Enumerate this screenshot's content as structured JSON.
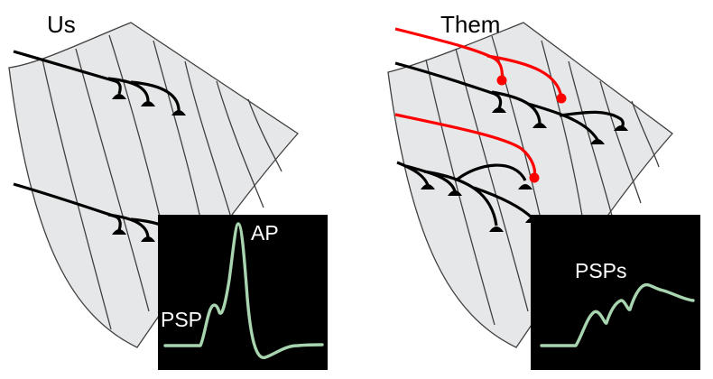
{
  "panels": {
    "left": {
      "title": "Us"
    },
    "right": {
      "title": "Them"
    }
  },
  "insets": {
    "left": {
      "label_ap": "AP",
      "label_psp": "PSP"
    },
    "right": {
      "label_psps": "PSPs"
    }
  },
  "colors": {
    "sheet_fill": "#e6e7e8",
    "sheet_stroke": "#404040",
    "axon_black": "#000000",
    "axon_red": "#ff0000",
    "inset_bg": "#000000",
    "trace": "#a8d5b0"
  }
}
